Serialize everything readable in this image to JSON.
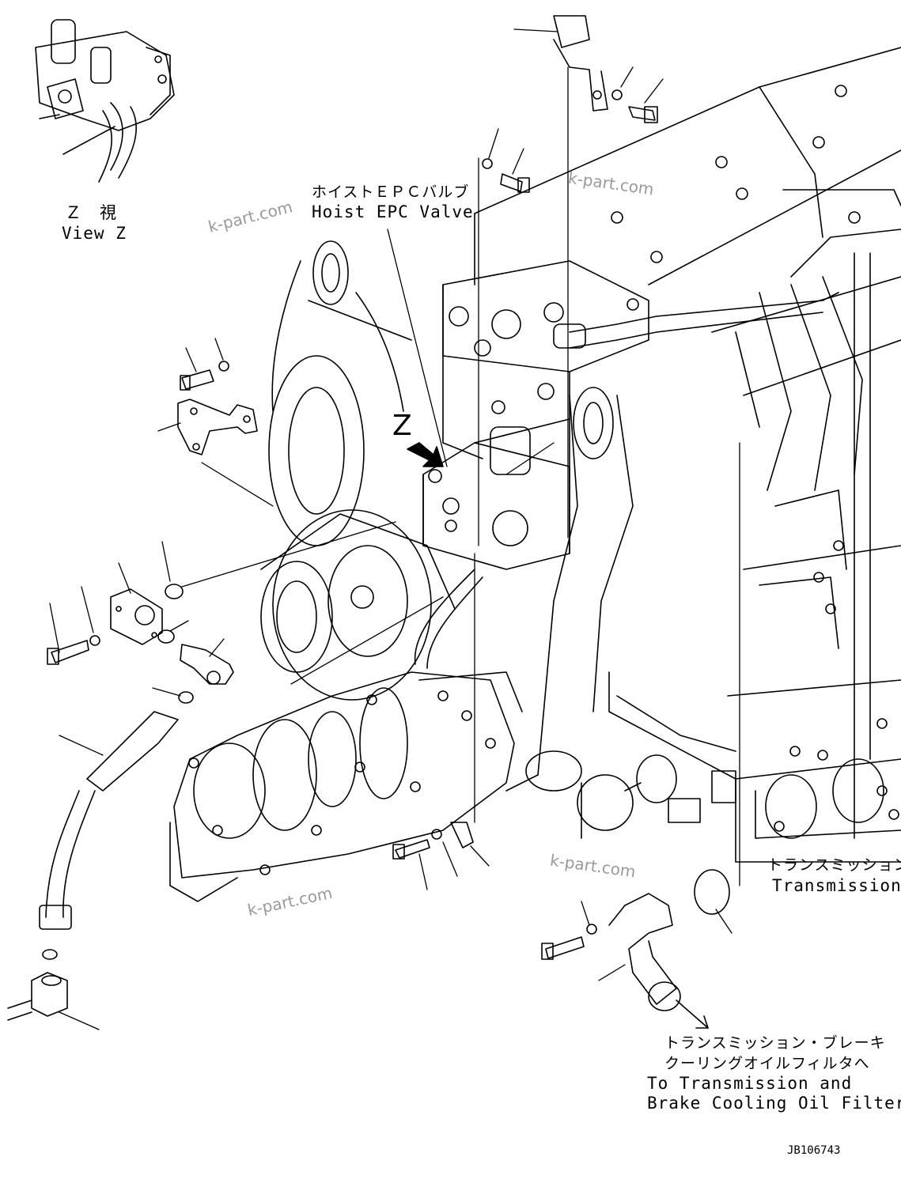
{
  "labels": {
    "view_z_jp": "Ｚ　視",
    "view_z_en": "View Z",
    "hoist_jp": "ホイストＥＰＣバルブ",
    "hoist_en": "Hoist EPC Valve",
    "transmission_jp": "トランスミッション",
    "transmission_en": "Transmission",
    "filter_jp_1": "トランスミッション・ブレーキ",
    "filter_jp_2": "クーリングオイルフィルタへ",
    "filter_en_1": "To Transmission and",
    "filter_en_2": "Brake Cooling Oil Filter",
    "view_marker": "Z",
    "drawing_code": "JB106743"
  },
  "watermarks": [
    "k-part.com",
    "k-part.com",
    "k-part.com",
    "k-part.com"
  ]
}
